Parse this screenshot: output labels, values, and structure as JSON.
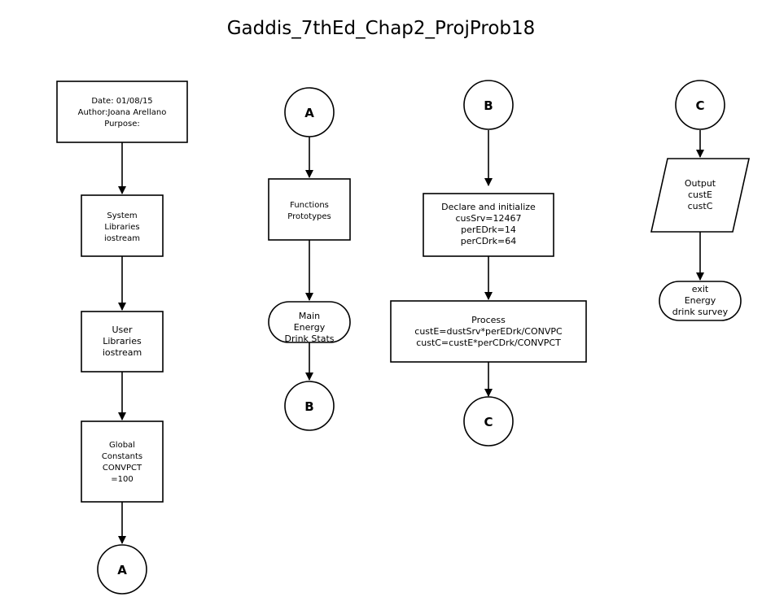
{
  "title": "Gaddis_7thEd_Chap2_ProjProb18",
  "header_box": {
    "lines": [
      "Date: 01/08/15",
      "Author:Joana Arellano",
      "Purpose:"
    ]
  },
  "system_libraries": {
    "lines": [
      "System",
      "Libraries",
      "iostream"
    ]
  },
  "user_libraries": {
    "lines": [
      "User",
      "Libraries",
      "iostream"
    ]
  },
  "global_constants": {
    "lines": [
      "Global",
      "Constants",
      "CONVPCT",
      "=100"
    ]
  },
  "connector_a_out": {
    "label": "A"
  },
  "connector_a_in": {
    "label": "A"
  },
  "function_prototypes": {
    "lines": [
      "Functions",
      "Prototypes"
    ]
  },
  "main_terminal": {
    "lines": [
      "Main",
      "Energy",
      "Drink Stats"
    ]
  },
  "connector_b_out": {
    "label": "B"
  },
  "connector_b_in": {
    "label": "B"
  },
  "declare_box": {
    "lines": [
      "Declare and initialize",
      "cusSrv=12467",
      "perEDrk=14",
      "perCDrk=64"
    ]
  },
  "process_box": {
    "lines": [
      "Process",
      "custE=dustSrv*perEDrk/CONVPC",
      "custC=custE*perCDrk/CONVPCT"
    ]
  },
  "connector_c_out": {
    "label": "C"
  },
  "connector_c_in": {
    "label": "C"
  },
  "output_box": {
    "lines": [
      "Output",
      "custE",
      "custC"
    ]
  },
  "exit_terminal": {
    "lines": [
      "exit",
      "Energy",
      "drink survey"
    ]
  }
}
